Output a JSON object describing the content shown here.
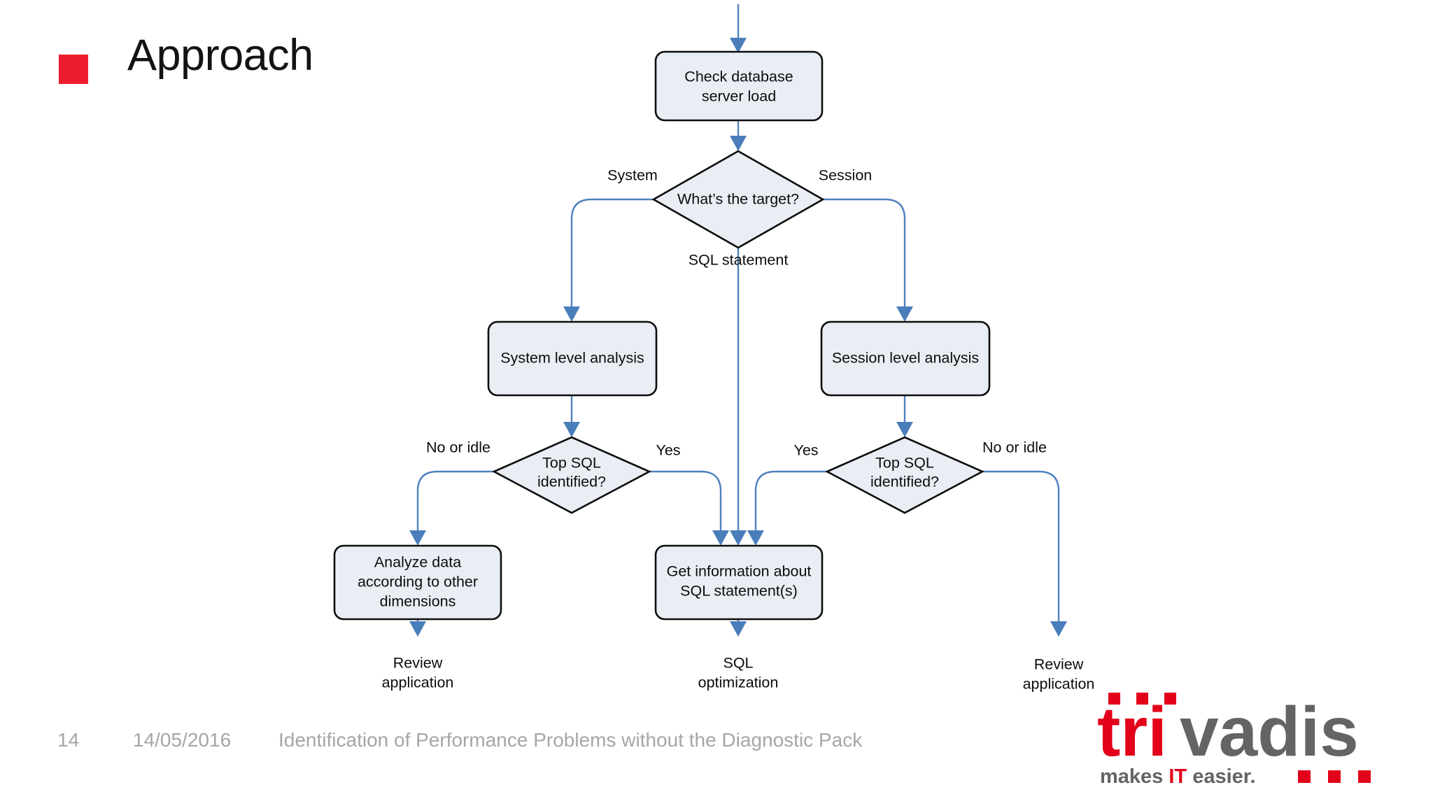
{
  "slide": {
    "title": "Approach",
    "bullet_color": "#ec1c2e"
  },
  "colors": {
    "accent_red": "#ec1c2e",
    "node_fill": "#e9edf4",
    "node_stroke": "#0d0d0d",
    "connector_blue": "#4f81bd",
    "arrowhead_blue": "#4a7ebb",
    "footer_gray": "#a6a6a6",
    "logo_gray": "#646464"
  },
  "flowchart": {
    "type": "flowchart",
    "nodes": [
      {
        "id": "check-load",
        "shape": "process",
        "lines": [
          "Check database",
          "server load"
        ]
      },
      {
        "id": "target-decision",
        "shape": "decision",
        "lines": [
          "What’s the target?"
        ]
      },
      {
        "id": "system-analysis",
        "shape": "process",
        "lines": [
          "System level analysis"
        ]
      },
      {
        "id": "session-analysis",
        "shape": "process",
        "lines": [
          "Session level analysis"
        ]
      },
      {
        "id": "top-sql-left",
        "shape": "decision",
        "lines": [
          "Top SQL",
          "identified?"
        ]
      },
      {
        "id": "top-sql-right",
        "shape": "decision",
        "lines": [
          "Top SQL",
          "identified?"
        ]
      },
      {
        "id": "analyze-data",
        "shape": "process",
        "lines": [
          "Analyze data",
          "according to other",
          "dimensions"
        ]
      },
      {
        "id": "get-info-sql",
        "shape": "process",
        "lines": [
          "Get information about",
          "SQL statement(s)"
        ]
      },
      {
        "id": "review-app-left",
        "shape": "terminal",
        "lines": [
          "Review",
          "application"
        ]
      },
      {
        "id": "sql-optimization",
        "shape": "terminal",
        "lines": [
          "SQL",
          "optimization"
        ]
      },
      {
        "id": "review-app-right",
        "shape": "terminal",
        "lines": [
          "Review",
          "application"
        ]
      }
    ],
    "edge_labels": {
      "target_system": "System",
      "target_session": "Session",
      "target_sql_statement": "SQL statement",
      "left_no_or_idle": "No or idle",
      "left_yes": "Yes",
      "right_yes": "Yes",
      "right_no_or_idle": "No or idle"
    },
    "edges": [
      {
        "from": "entry",
        "to": "check-load",
        "label": ""
      },
      {
        "from": "check-load",
        "to": "target-decision",
        "label": ""
      },
      {
        "from": "target-decision",
        "to": "system-analysis",
        "label": "System"
      },
      {
        "from": "target-decision",
        "to": "session-analysis",
        "label": "Session"
      },
      {
        "from": "target-decision",
        "to": "get-info-sql",
        "label": "SQL statement"
      },
      {
        "from": "system-analysis",
        "to": "top-sql-left",
        "label": ""
      },
      {
        "from": "session-analysis",
        "to": "top-sql-right",
        "label": ""
      },
      {
        "from": "top-sql-left",
        "to": "analyze-data",
        "label": "No or idle"
      },
      {
        "from": "top-sql-left",
        "to": "get-info-sql",
        "label": "Yes"
      },
      {
        "from": "top-sql-right",
        "to": "get-info-sql",
        "label": "Yes"
      },
      {
        "from": "top-sql-right",
        "to": "review-app-right",
        "label": "No or idle"
      },
      {
        "from": "analyze-data",
        "to": "review-app-left",
        "label": ""
      },
      {
        "from": "get-info-sql",
        "to": "sql-optimization",
        "label": ""
      }
    ]
  },
  "footer": {
    "slide_number": "14",
    "date": "14/05/2016",
    "subject": "Identification of Performance Problems without the Diagnostic Pack"
  },
  "logo": {
    "name_red": "tri",
    "name_gray": "vadis",
    "tagline_pre": "makes ",
    "tagline_accent": "IT",
    "tagline_post": " easier."
  }
}
